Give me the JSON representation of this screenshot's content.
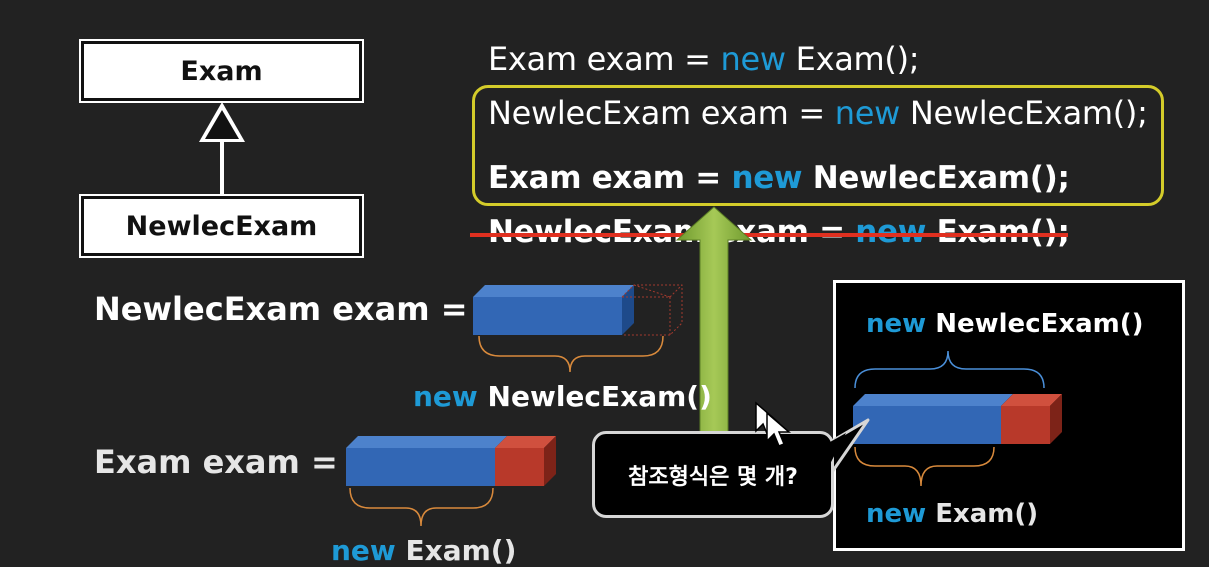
{
  "colors": {
    "keyword": "#1e9ad6",
    "highlight": "#d4cc2a",
    "strike": "#e03020",
    "arrow": "#8bb040"
  },
  "uml": {
    "parent": "Exam",
    "child": "NewlecExam"
  },
  "code": {
    "line1": {
      "type": "Exam",
      "var": "exam",
      "eq": "=",
      "kw": "new",
      "ctor": "Exam();"
    },
    "line2": {
      "type": "NewlecExam",
      "var": "exam",
      "eq": "=",
      "kw": "new",
      "ctor": "NewlecExam();"
    },
    "line3": {
      "type": "Exam",
      "var": "exam",
      "eq": "=",
      "kw": "new",
      "ctor": "NewlecExam();"
    },
    "line4": {
      "type": "NewlecExam",
      "var": "exam",
      "eq": "=",
      "kw": "new",
      "ctor": "Exam();"
    }
  },
  "left_top": {
    "decl": "NewlecExam exam  =",
    "kw": "new",
    "ctor": "NewlecExam()"
  },
  "left_bottom": {
    "decl": "Exam exam  =",
    "kw": "new",
    "ctor": "Exam()"
  },
  "panel": {
    "top_kw": "new",
    "top_ctor": "NewlecExam()",
    "bottom_kw": "new",
    "bottom_ctor": "Exam()"
  },
  "bubble": {
    "text": "참조형식은 몇 개?"
  }
}
